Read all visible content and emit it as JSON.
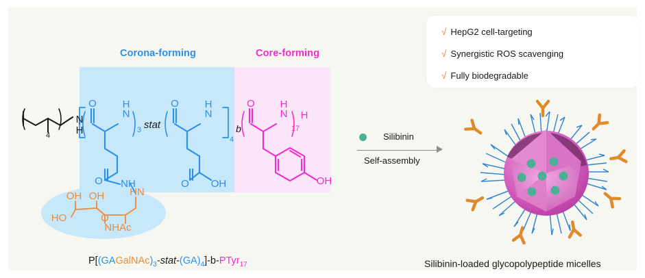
{
  "figure": {
    "background_color": "#f7f7f1",
    "outer_color": "#ffffff"
  },
  "regions": {
    "corona": {
      "label": "Corona-forming",
      "color": "#2a8fe8",
      "panel_color": "#c7e7fb"
    },
    "core": {
      "label": "Core-forming",
      "color": "#f42ad0",
      "panel_color": "#fae6f8"
    }
  },
  "feature_card": {
    "check_symbol": "√",
    "check_color": "#d9822b",
    "items": [
      "HepG2 cell-targeting",
      "Synergistic ROS scavenging",
      "Fully biodegradable"
    ]
  },
  "process_arrow": {
    "top_label": "Silibinin",
    "bottom_label": "Self-assembly",
    "dot_color": "#4fae96",
    "line_color": "#8e8e86"
  },
  "structure": {
    "terminal_alkyl_subscript": "4",
    "amide_nh": "N",
    "amide_h": "H",
    "blue_unit_1": {
      "carbonyl_o": "O",
      "nh_n": "N",
      "nh_h": "H",
      "subscript": "3",
      "side_amide_o": "O",
      "side_amide_nh": "NH"
    },
    "stat_label": "stat",
    "blue_unit_2": {
      "carbonyl_o": "O",
      "nh_n": "N",
      "nh_h": "H",
      "subscript": "4",
      "acid_o": "O",
      "acid_oh": "OH"
    },
    "block_label": "b",
    "pink_unit": {
      "carbonyl_o": "O",
      "nh_n": "N",
      "nh_h": "H",
      "subscript": "17",
      "terminal_h": "H",
      "phenol_oh": "OH"
    },
    "sugar": {
      "oh_top": "OH",
      "oh_left": "OH",
      "ho_left": "HO",
      "ring_o": "O",
      "nhac": "NHAc",
      "hn": "HN",
      "ellipse_color": "#c7e7fb",
      "color": "#f08a33"
    },
    "bond_colors": {
      "black": "#1a1a1a",
      "blue": "#2a8fe8",
      "magenta": "#f42ad0",
      "orange": "#f08a33"
    }
  },
  "formula": {
    "p_open": "P[",
    "ga1": "(GA",
    "galnac": "GalNAc",
    "close1": ")",
    "sub1": "3",
    "stat": "-stat-",
    "ga2": "(GA)",
    "sub2": "4",
    "bracket_b": "]-b-",
    "ptyr": "PTyr",
    "sub3": "17"
  },
  "micelle": {
    "caption": "Silibinin-loaded glycopolypeptide micelles",
    "core_color": "#cf58b8",
    "shell_color": "#e07fce",
    "cargo_color": "#4fae96",
    "chain_color": "#2a7fd0",
    "ligand_color": "#e08a2a",
    "cargo_count": 7,
    "ligand_count": 8
  }
}
